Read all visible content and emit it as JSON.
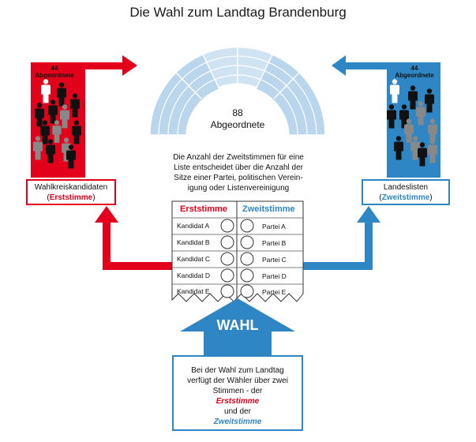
{
  "title": "Die Wahl zum Landtag Brandenburg",
  "parliament": {
    "count": "88",
    "label": "Abgeordnete"
  },
  "left_group": {
    "count": "44",
    "label": "Abgeordnete",
    "box_line1": "Wahlkreiskandidaten",
    "box_open": "(",
    "box_emph": "Erststimme",
    "box_close": ")"
  },
  "right_group": {
    "count": "44",
    "label": "Abgeordnete",
    "box_line1": "Landeslisten",
    "box_open": "(",
    "box_emph": "Zweitstimme",
    "box_close": ")"
  },
  "info": {
    "line1": "Die Anzahl der Zweitstimmen für eine",
    "line2": "Liste entscheidet über die Anzahl der",
    "line3": "Sitze einer Partei, politischen Verein-",
    "line4": "igung oder Listenvereinigung"
  },
  "ballot": {
    "col1": "Erststimme",
    "col2": "Zweitstimme",
    "rows": [
      {
        "left": "Kandidat A",
        "right": "Partei A"
      },
      {
        "left": "Kandidat B",
        "right": "Partei B"
      },
      {
        "left": "Kandidat C",
        "right": "Partei C"
      },
      {
        "left": "Kandidat D",
        "right": "Partei D"
      },
      {
        "left": "Kandidat E",
        "right": "Partei E"
      }
    ]
  },
  "wahl": "WAHL",
  "bottom": {
    "line1": "Bei der Wahl zum Landtag",
    "line2": "verfügt der Wähler über zwei",
    "line3": "Stimmen - der",
    "emph1": "Erststimme",
    "line4": "und der",
    "emph2": "Zweitstimme"
  },
  "colors": {
    "red": "#e2001a",
    "blue": "#2f86c4",
    "light_blue": "#cfe3f2",
    "seat_blue": "#b9d6ec"
  },
  "icons": [
    "person-icon",
    "arrow-right-icon",
    "arrow-left-icon",
    "arrow-up-icon",
    "circle-icon"
  ]
}
